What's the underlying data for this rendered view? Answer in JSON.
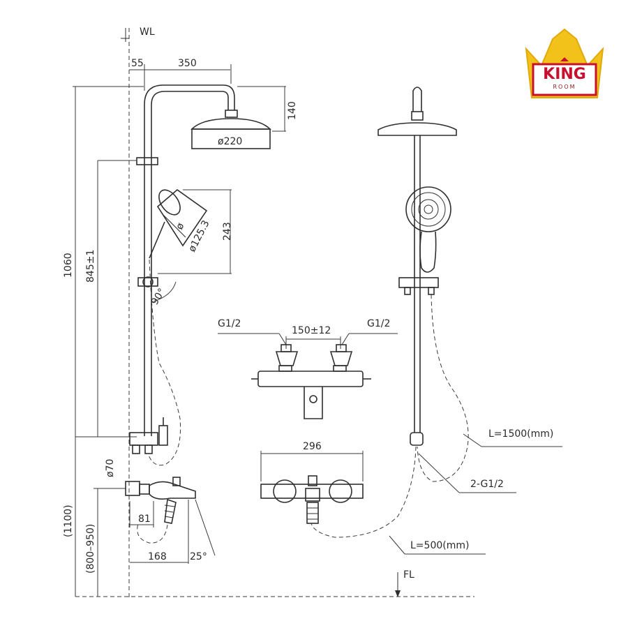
{
  "brand": {
    "word": "KING",
    "sub": "ROOM",
    "gold": "#f3c21a",
    "red": "#c8102e"
  },
  "labels": {
    "wl": "WL",
    "fl": "FL",
    "d55": "55",
    "d350": "350",
    "d140": "140",
    "d220": "ø220",
    "d243": "243",
    "d125": "ø125.3",
    "dphi": "ø",
    "d1060": "1060",
    "d845": "845±1",
    "d90": "90°",
    "d70": "ø70",
    "d81": "81",
    "d168": "168",
    "d25": "25°",
    "d1100": "(1100)",
    "d800": "(800–950)",
    "g12a": "G1/2",
    "g12b": "G1/2",
    "d150": "150±12",
    "d296": "296",
    "l1500": "L=1500(mm)",
    "g2": "2-G1/2",
    "l500": "L=500(mm)"
  }
}
